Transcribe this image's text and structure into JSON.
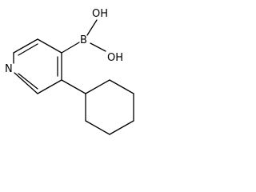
{
  "molecule": {
    "atoms": {
      "oh_top": "OH",
      "oh_bottom": "OH",
      "boron": "B",
      "nitrogen": "N"
    }
  }
}
